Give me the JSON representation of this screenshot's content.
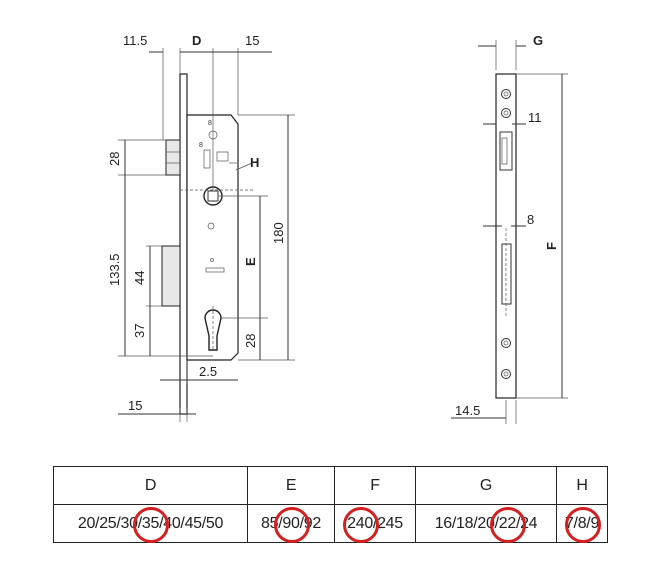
{
  "dimensions": {
    "d_backset_offset": "11.5",
    "d_label": "D",
    "d_faceplate": "15",
    "h_label": "H",
    "h28": "28",
    "h133": "133.5",
    "h44": "44",
    "h37": "37",
    "h180": "180",
    "e_label": "E",
    "e28": "28",
    "w2_5": "2.5",
    "w15": "15",
    "g_label": "G",
    "r11": "11",
    "r8": "8",
    "f_label": "F",
    "r14_5": "14.5"
  },
  "table": {
    "headers": [
      "D",
      "E",
      "F",
      "G",
      "H"
    ],
    "rows": {
      "D": {
        "pre": "20/25/30/",
        "sel": "35",
        "post": "/40/45/50"
      },
      "E": {
        "pre": "85/",
        "sel": "90",
        "post": "/92"
      },
      "F": {
        "pre": "",
        "sel": "240",
        "post": "/245"
      },
      "G": {
        "pre": "16/18/20/",
        "sel": "22",
        "post": "/24"
      },
      "H": {
        "pre": "7/",
        "sel": "8",
        "post": "/9"
      }
    },
    "highlight_color": "#d42020"
  }
}
